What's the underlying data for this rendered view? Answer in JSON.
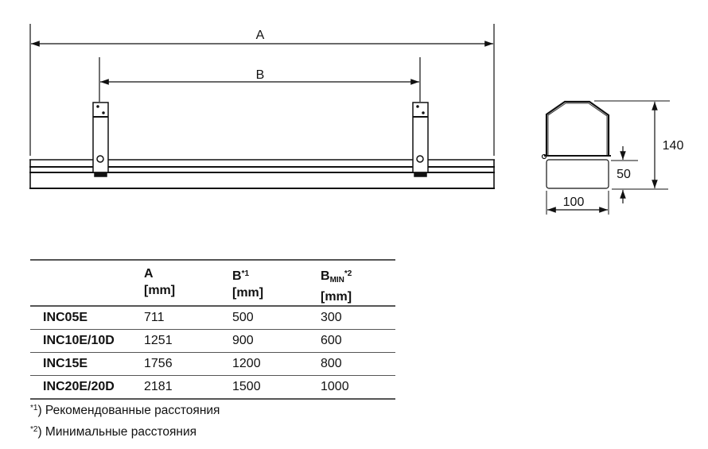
{
  "drawing": {
    "dim_a": "A",
    "dim_b": "B",
    "dim_height": "140",
    "dim_lower": "50",
    "dim_width": "100"
  },
  "table": {
    "headers": [
      {
        "label": "",
        "unit": ""
      },
      {
        "label": "A",
        "unit": "[mm]"
      },
      {
        "label": "B",
        "mark": "*1",
        "unit": "[mm]"
      },
      {
        "label": "B",
        "sub": "MIN",
        "mark": "*2",
        "unit": "[mm]"
      }
    ],
    "rows": [
      [
        "INC05E",
        "711",
        "500",
        "300"
      ],
      [
        "INC10E/10D",
        "1251",
        "900",
        "600"
      ],
      [
        "INC15E",
        "1756",
        "1200",
        "800"
      ],
      [
        "INC20E/20D",
        "2181",
        "1500",
        "1000"
      ]
    ]
  },
  "footnotes": [
    {
      "mark": "*1",
      "text": ") Рекомендованные расстояния"
    },
    {
      "mark": "*2",
      "text": ") Минимальные расстояния"
    }
  ]
}
